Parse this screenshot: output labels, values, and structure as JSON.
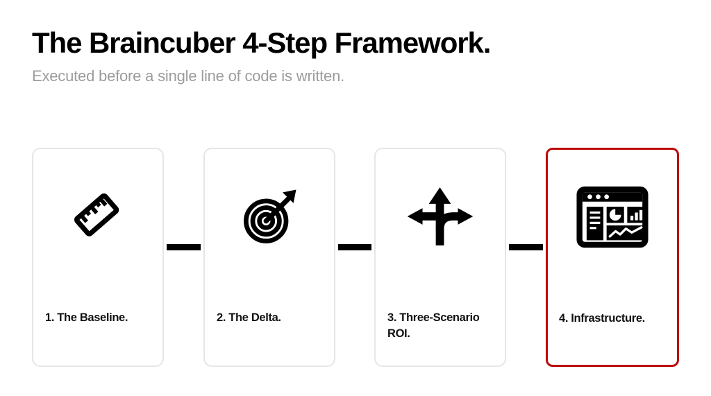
{
  "header": {
    "title": "The Braincuber 4-Step Framework.",
    "subtitle": "Executed before a single line of code is written."
  },
  "colors": {
    "background": "#ffffff",
    "title_text": "#000000",
    "subtitle_text": "#9c9c9c",
    "card_border": "#e6e6e6",
    "highlight_border": "#bb0a0a",
    "connector": "#000000",
    "icon": "#000000"
  },
  "steps": [
    {
      "label": "1. The Baseline.",
      "icon": "ruler-icon",
      "highlighted": false
    },
    {
      "label": "2. The Delta.",
      "icon": "target-arrow-icon",
      "highlighted": false
    },
    {
      "label": "3. Three-Scenario ROI.",
      "icon": "three-way-arrows-icon",
      "highlighted": false
    },
    {
      "label": "4. Infrastructure.",
      "icon": "dashboard-window-icon",
      "highlighted": true
    }
  ],
  "connectors": [
    {
      "name": "connector-1-2"
    },
    {
      "name": "connector-2-3"
    },
    {
      "name": "connector-3-4"
    }
  ]
}
